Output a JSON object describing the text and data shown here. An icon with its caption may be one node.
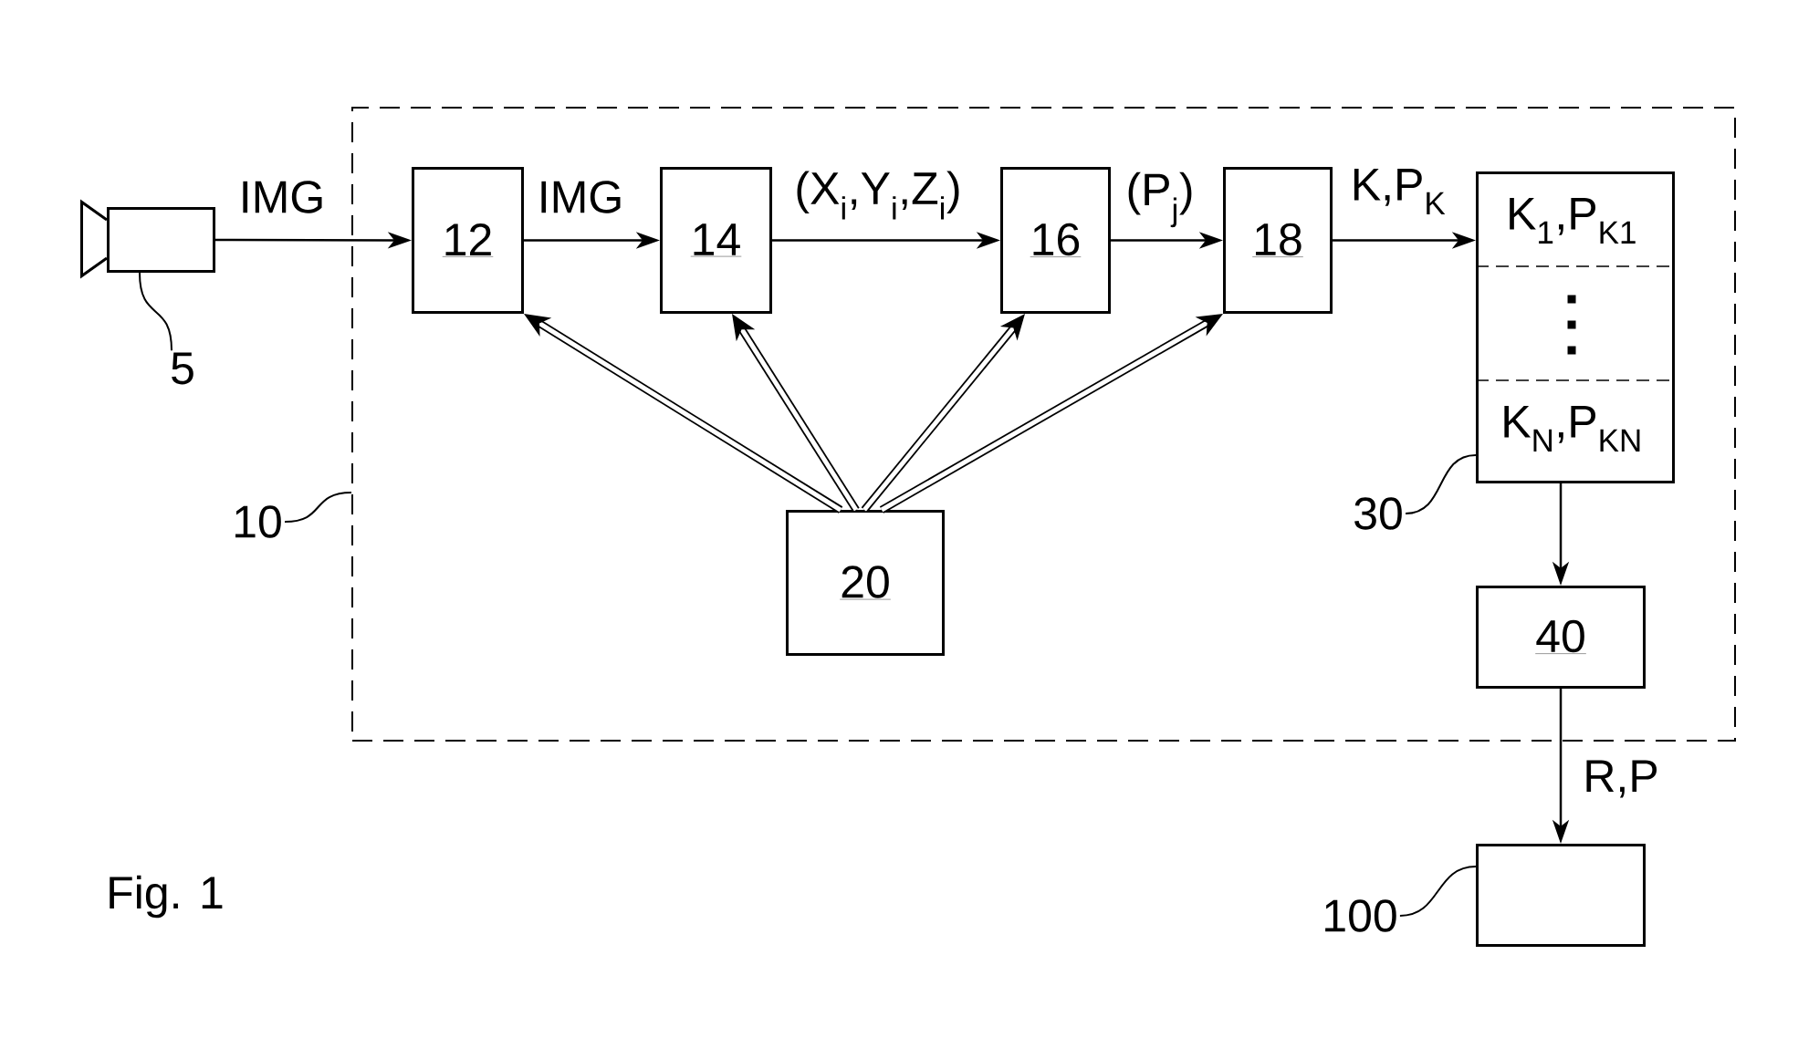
{
  "diagram": {
    "caption": "Fig. 1",
    "nodes": [
      {
        "text": [],
        "shape": "box"
      },
      {
        "text": [
          "5"
        ]
      },
      {
        "text": [],
        "shape": "box"
      },
      {
        "text": [
          "10"
        ]
      },
      {
        "text": [
          "12"
        ],
        "in": 2
      },
      {
        "text": [
          "14"
        ],
        "in": 2
      },
      {
        "text": [
          "16"
        ],
        "in": 2
      },
      {
        "text": [
          "18"
        ],
        "in": 2
      },
      {
        "text": [
          "K$_{1}$,P$_{K1}$",
          "K$_{N}$,P$_{KN}$"
        ],
        "in": 2
      },
      {
        "text": [
          "30"
        ],
        "in": 2
      },
      {
        "text": [
          "20"
        ],
        "in": 2
      },
      {
        "text": [
          "40"
        ],
        "in": 2
      },
      {
        "text": [],
        "shape": "box"
      },
      {
        "text": [
          "100"
        ]
      }
    ],
    "edges": [
      {
        "from": 0,
        "to": 4,
        "arrow": "to",
        "label": "IMG"
      },
      {
        "from": 4,
        "to": 5,
        "arrow": "to",
        "label": "IMG"
      },
      {
        "from": 5,
        "to": 6,
        "arrow": "to",
        "label": "(X$_{i}$,Y$_{i}$,Z$_{i}$)"
      },
      {
        "from": 6,
        "to": 7,
        "arrow": "to",
        "label": "(P$_{j}$)"
      },
      {
        "from": 7,
        "to": 8,
        "arrow": "to",
        "label": "K,P$_{K}$"
      },
      {
        "from": 8,
        "to": 11,
        "arrow": "to"
      },
      {
        "from": 11,
        "to": 12,
        "arrow": "to",
        "label": "R,P"
      },
      {
        "from": 10,
        "to": 4,
        "arrow": "to",
        "style": "thick"
      },
      {
        "from": 10,
        "to": 5,
        "arrow": "to",
        "style": "thick"
      },
      {
        "from": 10,
        "to": 6,
        "arrow": "to",
        "style": "thick"
      },
      {
        "from": 10,
        "to": 7,
        "arrow": "to",
        "style": "thick"
      },
      {
        "from": 1,
        "to": 0,
        "arrow": "none"
      },
      {
        "from": 3,
        "to": 2,
        "arrow": "none"
      },
      {
        "from": 9,
        "to": 8,
        "arrow": "none"
      },
      {
        "from": 13,
        "to": 12,
        "arrow": "none"
      }
    ]
  }
}
